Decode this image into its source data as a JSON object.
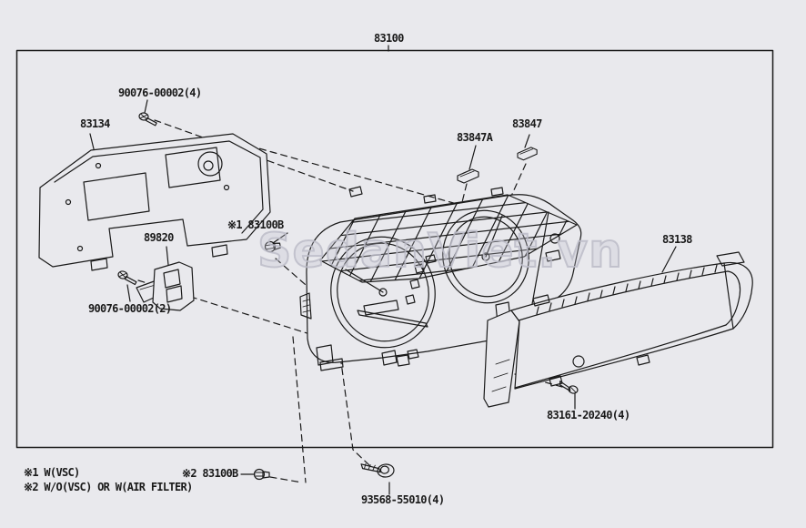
{
  "scene": {
    "background": "#e9e9ed",
    "ink": "#1a1a1a",
    "watermark_color": "#c4c4d0"
  },
  "watermark": "SedanViet.vn",
  "parts": {
    "p83100": "83100",
    "p90076_4": "90076-00002(4)",
    "p83134": "83134",
    "p83847a": "83847A",
    "p83847": "83847",
    "p83100b_1": "※1 83100B",
    "p89820": "89820",
    "p90076_2": "90076-00002(2)",
    "p83138": "83138",
    "p83161": "83161-20240(4)",
    "p83100b_2": "※2 83100B",
    "p93568": "93568-55010(4)"
  },
  "legend": {
    "note1": "※1 W(VSC)",
    "note2": "※2 W/O(VSC) OR W(AIR FILTER)"
  }
}
